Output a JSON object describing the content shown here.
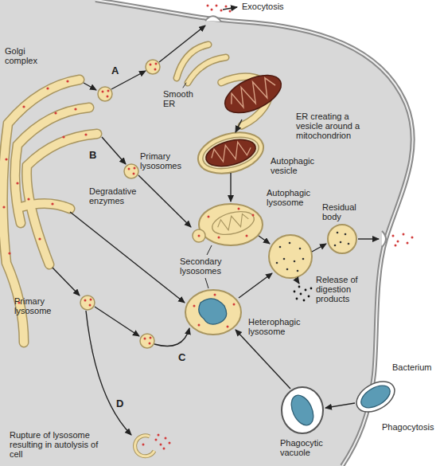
{
  "diagram": {
    "labels": [
      "Exocytosis",
      "Golgi complex",
      "A",
      "Smooth ER",
      "ER creating a vesicle around a mitochondrion",
      "Primary lysosomes",
      "B",
      "Autophagic vesicle",
      "Degradative enzymes",
      "Autophagic lysosome",
      "Residual body",
      "Secondary lysosomes",
      "Release of digestion products",
      "Heterophagic lysosome",
      "Primary lysosome",
      "Bacterium",
      "C",
      "Phagocytosis",
      "Phagocytic vacuole",
      "D",
      "Rupture of lysosome resulting in autolysis of cell"
    ]
  }
}
